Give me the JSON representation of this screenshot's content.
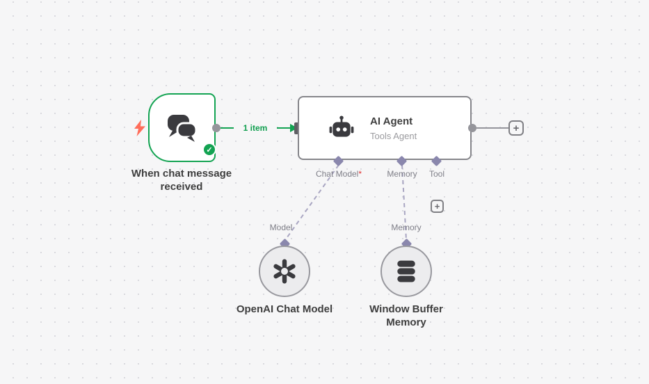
{
  "colors": {
    "canvas_bg": "#f6f6f7",
    "grid_dot": "#d9d9de",
    "success_green": "#13a352",
    "trigger_accent_orange": "#ff6d5a",
    "connector_purple": "#8a87ad",
    "dashed_line": "#a9a6c2",
    "node_border_gray": "#85858a",
    "endpoint_gray": "#95959b",
    "icon_dark": "#3a3a3e",
    "label_gray": "#7e7e87",
    "required_red": "#e03131"
  },
  "trigger_node": {
    "label": "When chat message received",
    "status_check": "✓",
    "type_icon": "lightning-bolt",
    "main_icon": "chat-bubbles"
  },
  "connection": {
    "items_label": "1 item"
  },
  "agent_node": {
    "title": "AI Agent",
    "subtitle": "Tools Agent",
    "icon": "robot",
    "ports": [
      {
        "label": "Chat Model",
        "required_marker": "*"
      },
      {
        "label": "Memory",
        "required_marker": ""
      },
      {
        "label": "Tool",
        "required_marker": ""
      }
    ]
  },
  "sub_nodes": [
    {
      "label": "OpenAI Chat Model",
      "port_label": "Model",
      "icon": "openai-logo"
    },
    {
      "label": "Window Buffer Memory",
      "port_label": "Memory",
      "icon": "database"
    }
  ],
  "ui": {
    "plus": "+"
  }
}
